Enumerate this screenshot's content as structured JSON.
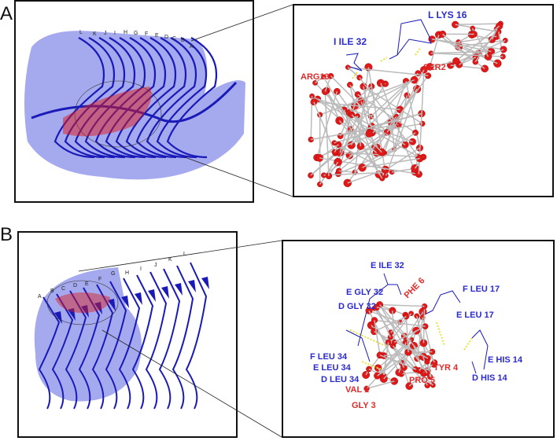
{
  "panel_a": {
    "letter": "A",
    "strand_labels": [
      "L",
      "K",
      "J",
      "I",
      "H",
      "G",
      "F",
      "E",
      "D",
      "C",
      "B",
      "A"
    ],
    "residues_blue": [
      "L LYS 16",
      "I ILE 32"
    ],
    "residues_red": [
      "ARG13",
      "SER2"
    ]
  },
  "panel_b": {
    "letter": "B",
    "strand_labels": [
      "A",
      "B",
      "C",
      "D",
      "E",
      "F",
      "G",
      "H",
      "I",
      "J",
      "K",
      "L"
    ],
    "residues_blue": [
      "E ILE 32",
      "E GLY 32",
      "D GLY 32",
      "F LEU 17",
      "E LEU 17",
      "F LEU 34",
      "E LEU 34",
      "D LEU 34",
      "E HIS 14",
      "D HIS 14"
    ],
    "residues_red": [
      "PHE 6",
      "TYR 4",
      "PRO 5",
      "VAL 1",
      "GLY 3"
    ]
  },
  "colors": {
    "protein": "#1a1ab8",
    "surface": "#7f86e8",
    "ligand": "#e01818",
    "hbond": "#e8e23a"
  }
}
